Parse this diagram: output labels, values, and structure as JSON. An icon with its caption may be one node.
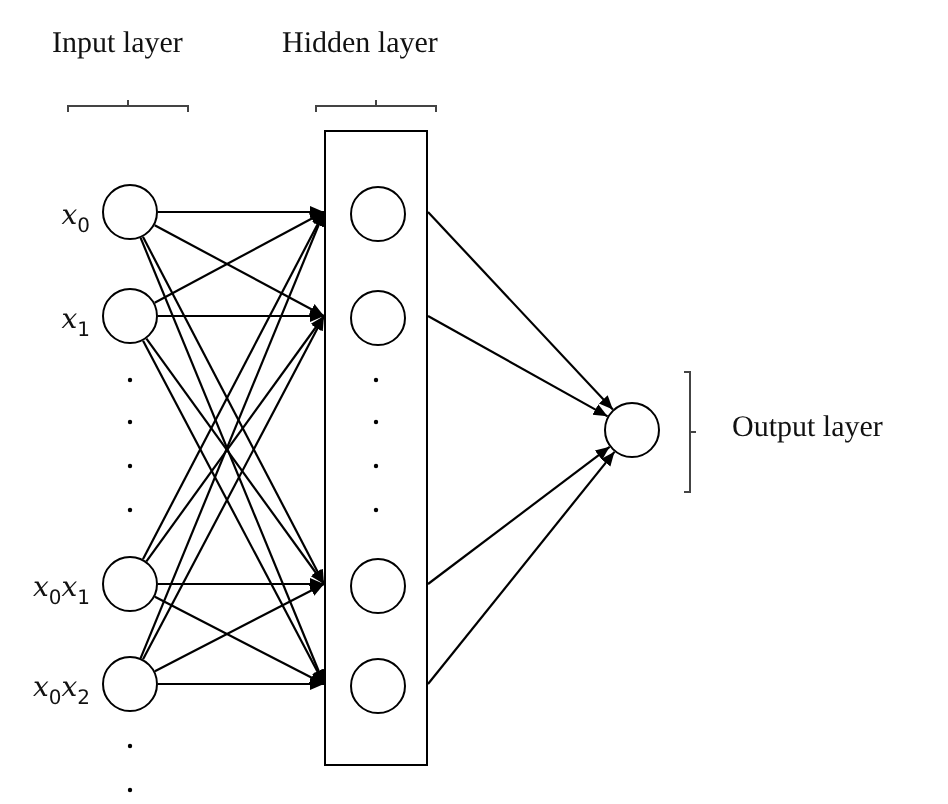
{
  "diagram": {
    "nodes": [
      {
        "text": [],
        "shape": "circle",
        "beside": [
          "*x*$_{0}$"
        ]
      },
      {
        "text": [],
        "shape": "circle",
        "beside": [
          "*x*$_{1}$"
        ]
      },
      {
        "text": [],
        "shape": "circle",
        "beside": [
          "*x*$_{0}$*x*$_{1}$"
        ]
      },
      {
        "text": [],
        "shape": "circle",
        "beside": [
          "*x*$_{0}$*x*$_{2}$"
        ]
      },
      {
        "text": [],
        "shape": "box"
      },
      {
        "text": [],
        "shape": "circle",
        "in": 4
      },
      {
        "text": [],
        "shape": "circle",
        "in": 4
      },
      {
        "text": [],
        "shape": "circle",
        "in": 4
      },
      {
        "text": [],
        "shape": "circle",
        "in": 4
      },
      {
        "text": [],
        "shape": "circle"
      }
    ],
    "edges": [
      {
        "from": 0,
        "to": 5,
        "arrow": "to"
      },
      {
        "from": 0,
        "to": 6,
        "arrow": "to"
      },
      {
        "from": 0,
        "to": 7,
        "arrow": "to"
      },
      {
        "from": 0,
        "to": 8,
        "arrow": "to"
      },
      {
        "from": 1,
        "to": 5,
        "arrow": "to"
      },
      {
        "from": 1,
        "to": 6,
        "arrow": "to"
      },
      {
        "from": 1,
        "to": 7,
        "arrow": "to"
      },
      {
        "from": 1,
        "to": 8,
        "arrow": "to"
      },
      {
        "from": 2,
        "to": 5,
        "arrow": "to"
      },
      {
        "from": 2,
        "to": 6,
        "arrow": "to"
      },
      {
        "from": 2,
        "to": 7,
        "arrow": "to"
      },
      {
        "from": 2,
        "to": 8,
        "arrow": "to"
      },
      {
        "from": 3,
        "to": 5,
        "arrow": "to"
      },
      {
        "from": 3,
        "to": 6,
        "arrow": "to"
      },
      {
        "from": 3,
        "to": 7,
        "arrow": "to"
      },
      {
        "from": 3,
        "to": 8,
        "arrow": "to"
      },
      {
        "from": 5,
        "to": 9,
        "arrow": "to"
      },
      {
        "from": 6,
        "to": 9,
        "arrow": "to"
      },
      {
        "from": 7,
        "to": 9,
        "arrow": "to"
      },
      {
        "from": 8,
        "to": 9,
        "arrow": "to"
      }
    ],
    "labels": [
      "Input layer",
      "Hidden layer",
      "Output layer"
    ]
  }
}
